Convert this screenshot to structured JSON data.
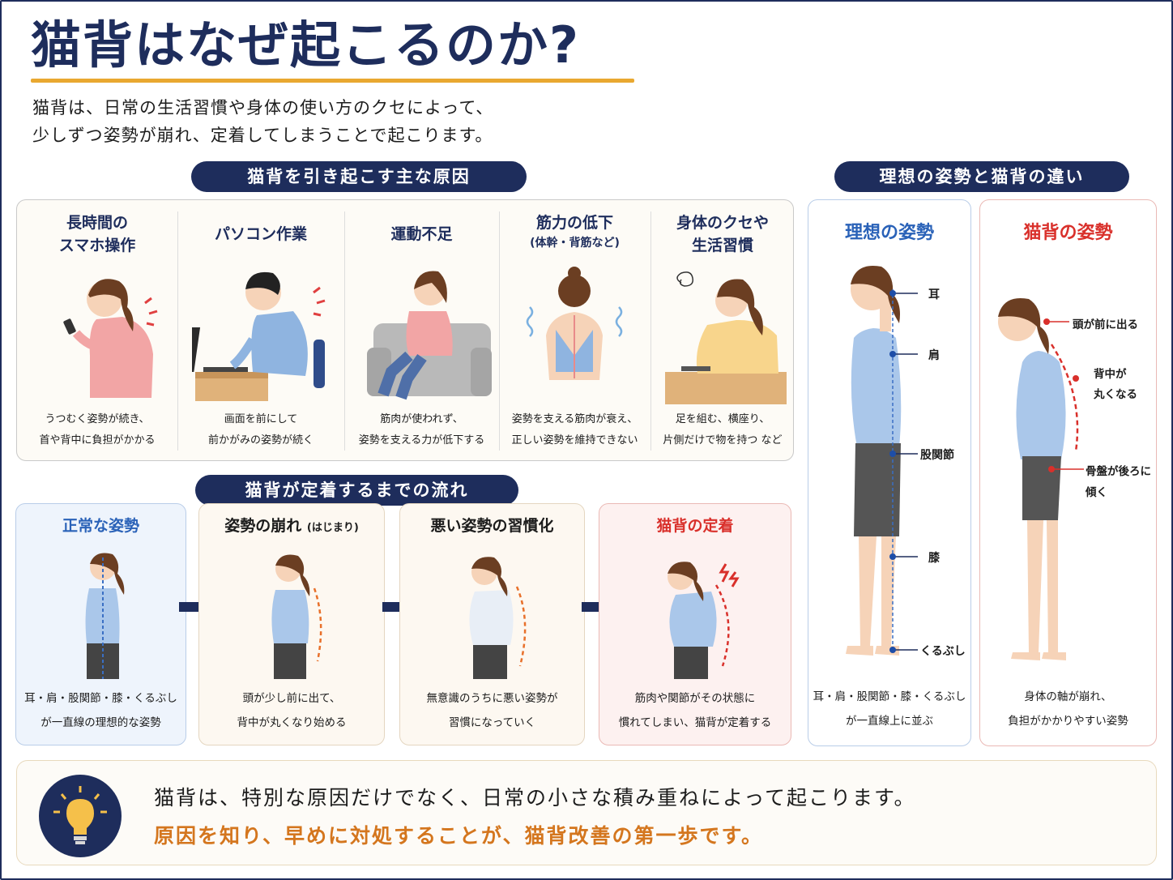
{
  "title": "猫背はなぜ起こるのか?",
  "intro": {
    "line1": "猫背は、日常の生活習慣や身体の使い方のクセによって、",
    "line2": "少しずつ姿勢が崩れ、定着してしまうことで起こります。"
  },
  "causes": {
    "heading": "猫背を引き起こす主な原因",
    "items": [
      {
        "title1": "長時間の",
        "title2": "スマホ操作",
        "sub": "",
        "desc1": "うつむく姿勢が続き、",
        "desc2": "首や背中に負担がかかる"
      },
      {
        "title1": "パソコン作業",
        "title2": "",
        "sub": "",
        "desc1": "画面を前にして",
        "desc2": "前かがみの姿勢が続く"
      },
      {
        "title1": "運動不足",
        "title2": "",
        "sub": "",
        "desc1": "筋肉が使われず、",
        "desc2": "姿勢を支える力が低下する"
      },
      {
        "title1": "筋力の低下",
        "title2": "",
        "sub": "(体幹・背筋など)",
        "desc1": "姿勢を支える筋肉が衰え、",
        "desc2": "正しい姿勢を維持できない"
      },
      {
        "title1": "身体のクセや",
        "title2": "生活習慣",
        "sub": "",
        "desc1": "足を組む、横座り、",
        "desc2": "片側だけで物を持つ など"
      }
    ]
  },
  "flow": {
    "heading": "猫背が定着するまでの流れ",
    "steps": [
      {
        "title": "正常な姿勢",
        "title_small": "",
        "desc1": "耳・肩・股関節・膝・くるぶし",
        "desc2": "が一直線の理想的な姿勢"
      },
      {
        "title": "姿勢の崩れ",
        "title_small": "(はじまり)",
        "desc1": "頭が少し前に出て、",
        "desc2": "背中が丸くなり始める"
      },
      {
        "title": "悪い姿勢の習慣化",
        "title_small": "",
        "desc1": "無意識のうちに悪い姿勢が",
        "desc2": "習慣になっていく"
      },
      {
        "title": "猫背の定着",
        "title_small": "",
        "desc1": "筋肉や関節がその状態に",
        "desc2": "慣れてしまい、猫背が定着する"
      }
    ]
  },
  "comparison": {
    "heading": "理想の姿勢と猫背の違い",
    "ideal": {
      "title": "理想の姿勢",
      "labels": [
        "耳",
        "肩",
        "股関節",
        "膝",
        "くるぶし"
      ],
      "desc1": "耳・肩・股関節・膝・くるぶし",
      "desc2": "が一直線上に並ぶ"
    },
    "bad": {
      "title": "猫背の姿勢",
      "labels": [
        "頭が前に出る",
        "背中が",
        "丸くなる",
        "骨盤が後ろに",
        "傾く"
      ],
      "desc1": "身体の軸が崩れ、",
      "desc2": "負担がかかりやすい姿勢"
    }
  },
  "summary": {
    "line1": "猫背は、特別な原因だけでなく、日常の小さな積み重ねによって起こります。",
    "line2": "原因を知り、早めに対処することが、猫背改善の第一歩です。",
    "icon": "lightbulb-icon"
  },
  "colors": {
    "navy": "#1e2d5c",
    "accent": "#e9a830",
    "red": "#d9302b",
    "orange": "#d4761e"
  }
}
